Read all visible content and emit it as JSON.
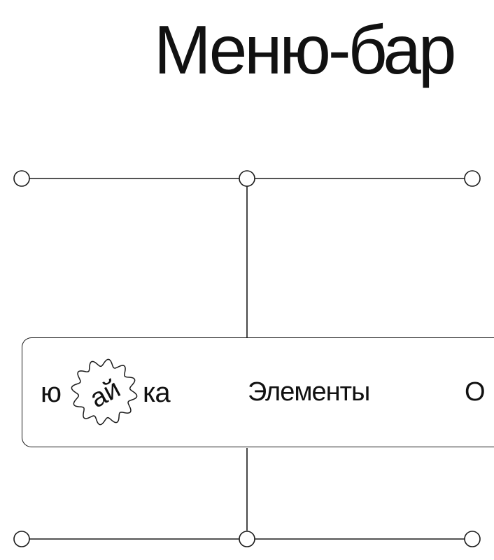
{
  "header": {
    "title": "Меню-бар"
  },
  "menu_bar": {
    "logo": {
      "prefix": "ю",
      "badge": "ай",
      "suffix": "ка"
    },
    "nav_items": [
      {
        "label": "Элементы"
      },
      {
        "label": "О"
      }
    ]
  },
  "colors": {
    "stroke": "#1a1a1a",
    "background": "#ffffff",
    "text": "#111111"
  }
}
